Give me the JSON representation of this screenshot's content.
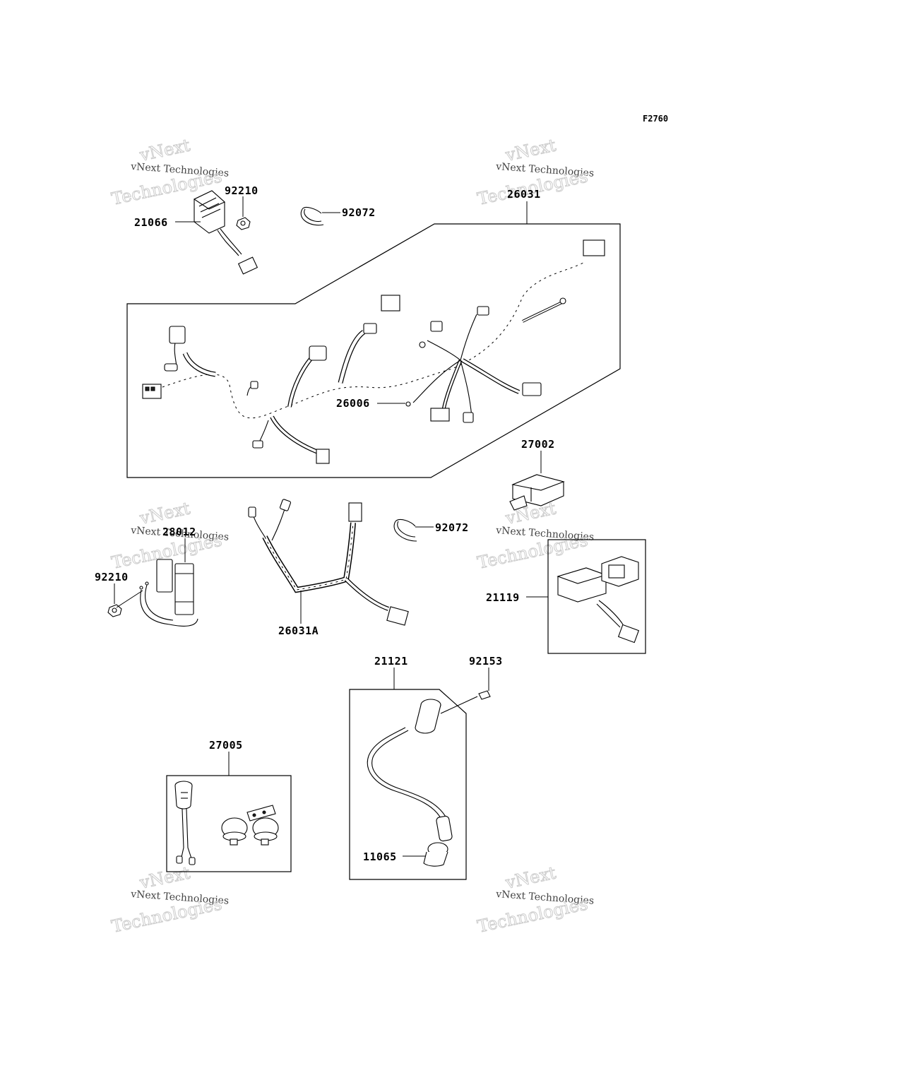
{
  "figure_code": "F2760",
  "watermark": {
    "line1": "vNext",
    "line2": "vNext Technologies",
    "line3": "Technologies"
  },
  "parts": [
    {
      "id": "21066",
      "label": "21066"
    },
    {
      "id": "92210_top",
      "label": "92210"
    },
    {
      "id": "92072_top",
      "label": "92072"
    },
    {
      "id": "26031",
      "label": "26031"
    },
    {
      "id": "26006",
      "label": "26006"
    },
    {
      "id": "27002",
      "label": "27002"
    },
    {
      "id": "28012",
      "label": "28012"
    },
    {
      "id": "92210_mid",
      "label": "92210"
    },
    {
      "id": "26031A",
      "label": "26031A"
    },
    {
      "id": "92072_mid",
      "label": "92072"
    },
    {
      "id": "21119",
      "label": "21119"
    },
    {
      "id": "21121",
      "label": "21121"
    },
    {
      "id": "92153",
      "label": "92153"
    },
    {
      "id": "27005",
      "label": "27005"
    },
    {
      "id": "11065",
      "label": "11065"
    }
  ]
}
